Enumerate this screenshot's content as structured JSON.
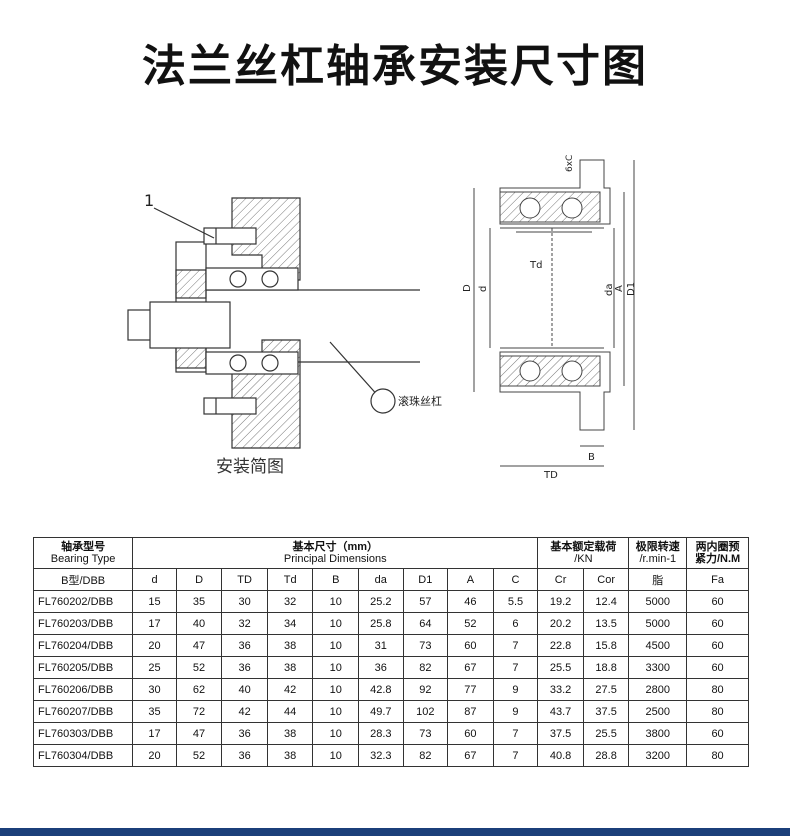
{
  "title": "法兰丝杠轴承安装尺寸图",
  "drawing": {
    "left_callout": "1",
    "screw_label": "滚珠丝杠",
    "caption": "安装简图",
    "dims": {
      "six_c": "6xC",
      "Td": "Td",
      "D": "D",
      "d": "d",
      "da": "da",
      "A": "A",
      "D1": "D1",
      "B": "B",
      "TD": "TD"
    }
  },
  "table": {
    "header": {
      "type_cn": "轴承型号",
      "type_en": "Bearing Type",
      "dims_cn": "基本尺寸（mm）",
      "dims_en": "Principal  Dimensions",
      "load_cn": "基本额定载荷",
      "load_unit": "/KN",
      "speed_cn": "极限转速",
      "speed_unit": "/r.min-1",
      "preload_cn1": "两内圈预",
      "preload_cn2": "紧力/N.M"
    },
    "subheader": [
      "B型/DBB",
      "d",
      "D",
      "TD",
      "Td",
      "B",
      "da",
      "D1",
      "A",
      "C",
      "Cr",
      "Cor",
      "脂",
      "Fa"
    ],
    "rows": [
      [
        "FL760202/DBB",
        "15",
        "35",
        "30",
        "32",
        "10",
        "25.2",
        "57",
        "46",
        "5.5",
        "19.2",
        "12.4",
        "5000",
        "60"
      ],
      [
        "FL760203/DBB",
        "17",
        "40",
        "32",
        "34",
        "10",
        "25.8",
        "64",
        "52",
        "6",
        "20.2",
        "13.5",
        "5000",
        "60"
      ],
      [
        "FL760204/DBB",
        "20",
        "47",
        "36",
        "38",
        "10",
        "31",
        "73",
        "60",
        "7",
        "22.8",
        "15.8",
        "4500",
        "60"
      ],
      [
        "FL760205/DBB",
        "25",
        "52",
        "36",
        "38",
        "10",
        "36",
        "82",
        "67",
        "7",
        "25.5",
        "18.8",
        "3300",
        "60"
      ],
      [
        "FL760206/DBB",
        "30",
        "62",
        "40",
        "42",
        "10",
        "42.8",
        "92",
        "77",
        "9",
        "33.2",
        "27.5",
        "2800",
        "80"
      ],
      [
        "FL760207/DBB",
        "35",
        "72",
        "42",
        "44",
        "10",
        "49.7",
        "102",
        "87",
        "9",
        "43.7",
        "37.5",
        "2500",
        "80"
      ],
      [
        "FL760303/DBB",
        "17",
        "47",
        "36",
        "38",
        "10",
        "28.3",
        "73",
        "60",
        "7",
        "37.5",
        "25.5",
        "3800",
        "60"
      ],
      [
        "FL760304/DBB",
        "20",
        "52",
        "36",
        "38",
        "10",
        "32.3",
        "82",
        "67",
        "7",
        "40.8",
        "28.8",
        "3200",
        "80"
      ]
    ]
  }
}
